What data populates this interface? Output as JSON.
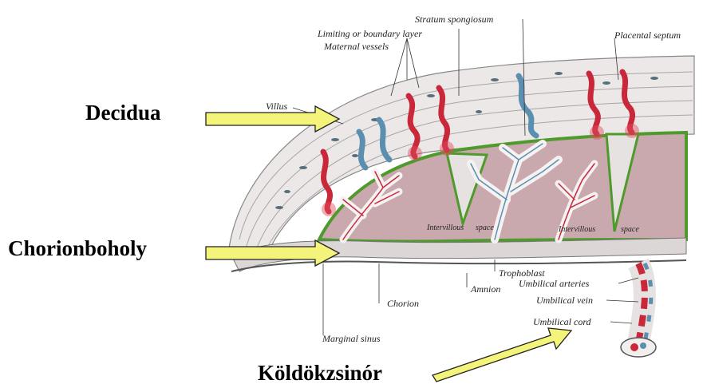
{
  "main_labels": {
    "decidua": "Decidua",
    "chorionboholy": "Chorionboholy",
    "koldokzsinor": "Köldökzsinór"
  },
  "figure_labels": {
    "stratum_spongiosum": "Stratum spongiosum",
    "limiting_layer": "Limiting or boundary layer",
    "maternal_vessels": "Maternal vessels",
    "placental_septum": "Placental septum",
    "villus": "Villus",
    "intervillous_space_1": "Intervillous",
    "intervillous_space_1b": "space",
    "intervillous_space_2": "Intervillous",
    "intervillous_space_2b": "space",
    "trophoblast": "Trophoblast",
    "amnion": "Amnion",
    "umbilical_arteries": "Umbilical arteries",
    "umbilical_vein": "Umbilical vein",
    "umbilical_cord": "Umbilical cord",
    "chorion": "Chorion",
    "marginal_sinus": "Marginal sinus"
  },
  "colors": {
    "arrow_fill": "#f4f47a",
    "arrow_stroke": "#222222",
    "tissue": "#e7e2e2",
    "intervillous": "#c9a9ae",
    "boundary": "#4f9a2c",
    "artery": "#c8283a",
    "vein": "#5b8fb0"
  }
}
